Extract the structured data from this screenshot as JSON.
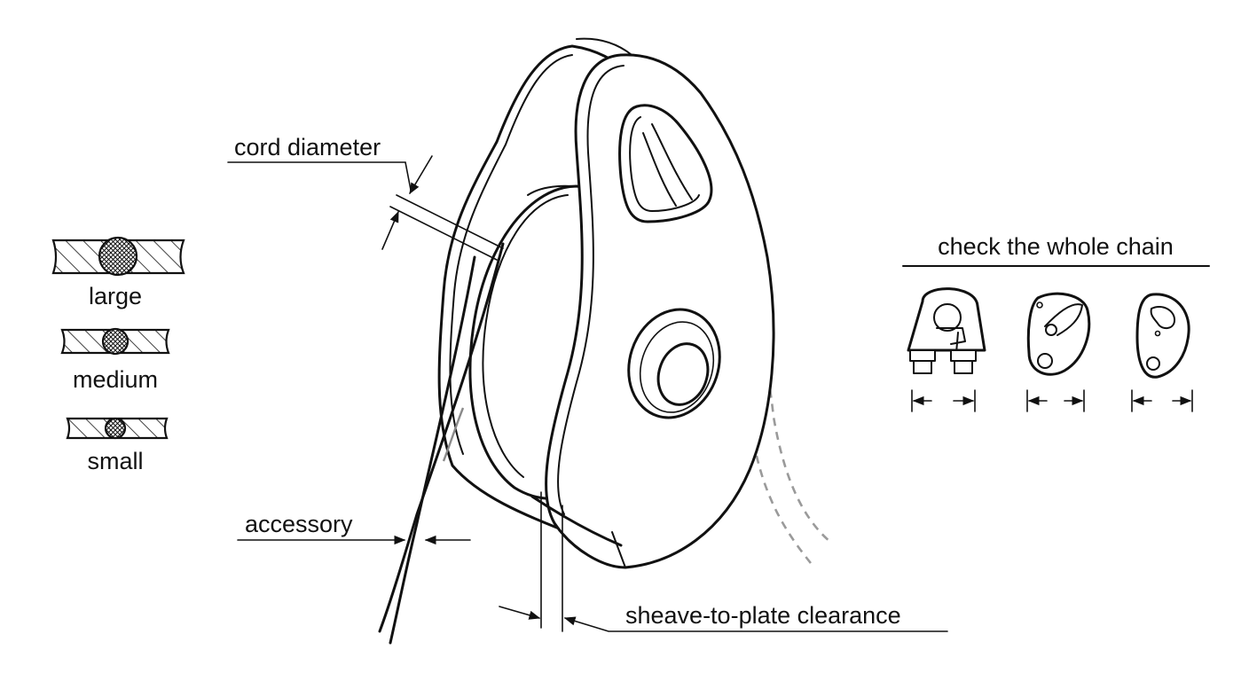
{
  "labels": {
    "cord_diameter": "cord diameter",
    "accessory": "accessory",
    "sheave_clearance": "sheave-to-plate clearance",
    "check_chain": "check the whole chain"
  },
  "legend": {
    "sizes": [
      "large",
      "medium",
      "small"
    ]
  },
  "colors": {
    "ink": "#111111",
    "hidden_rope": "#9a9a9a",
    "background": "#ffffff"
  },
  "icons": [
    "pulley-icon",
    "wire-rope-clip-icon",
    "rope-grab-icon",
    "carabiner-plate-icon",
    "arrow-icon"
  ]
}
